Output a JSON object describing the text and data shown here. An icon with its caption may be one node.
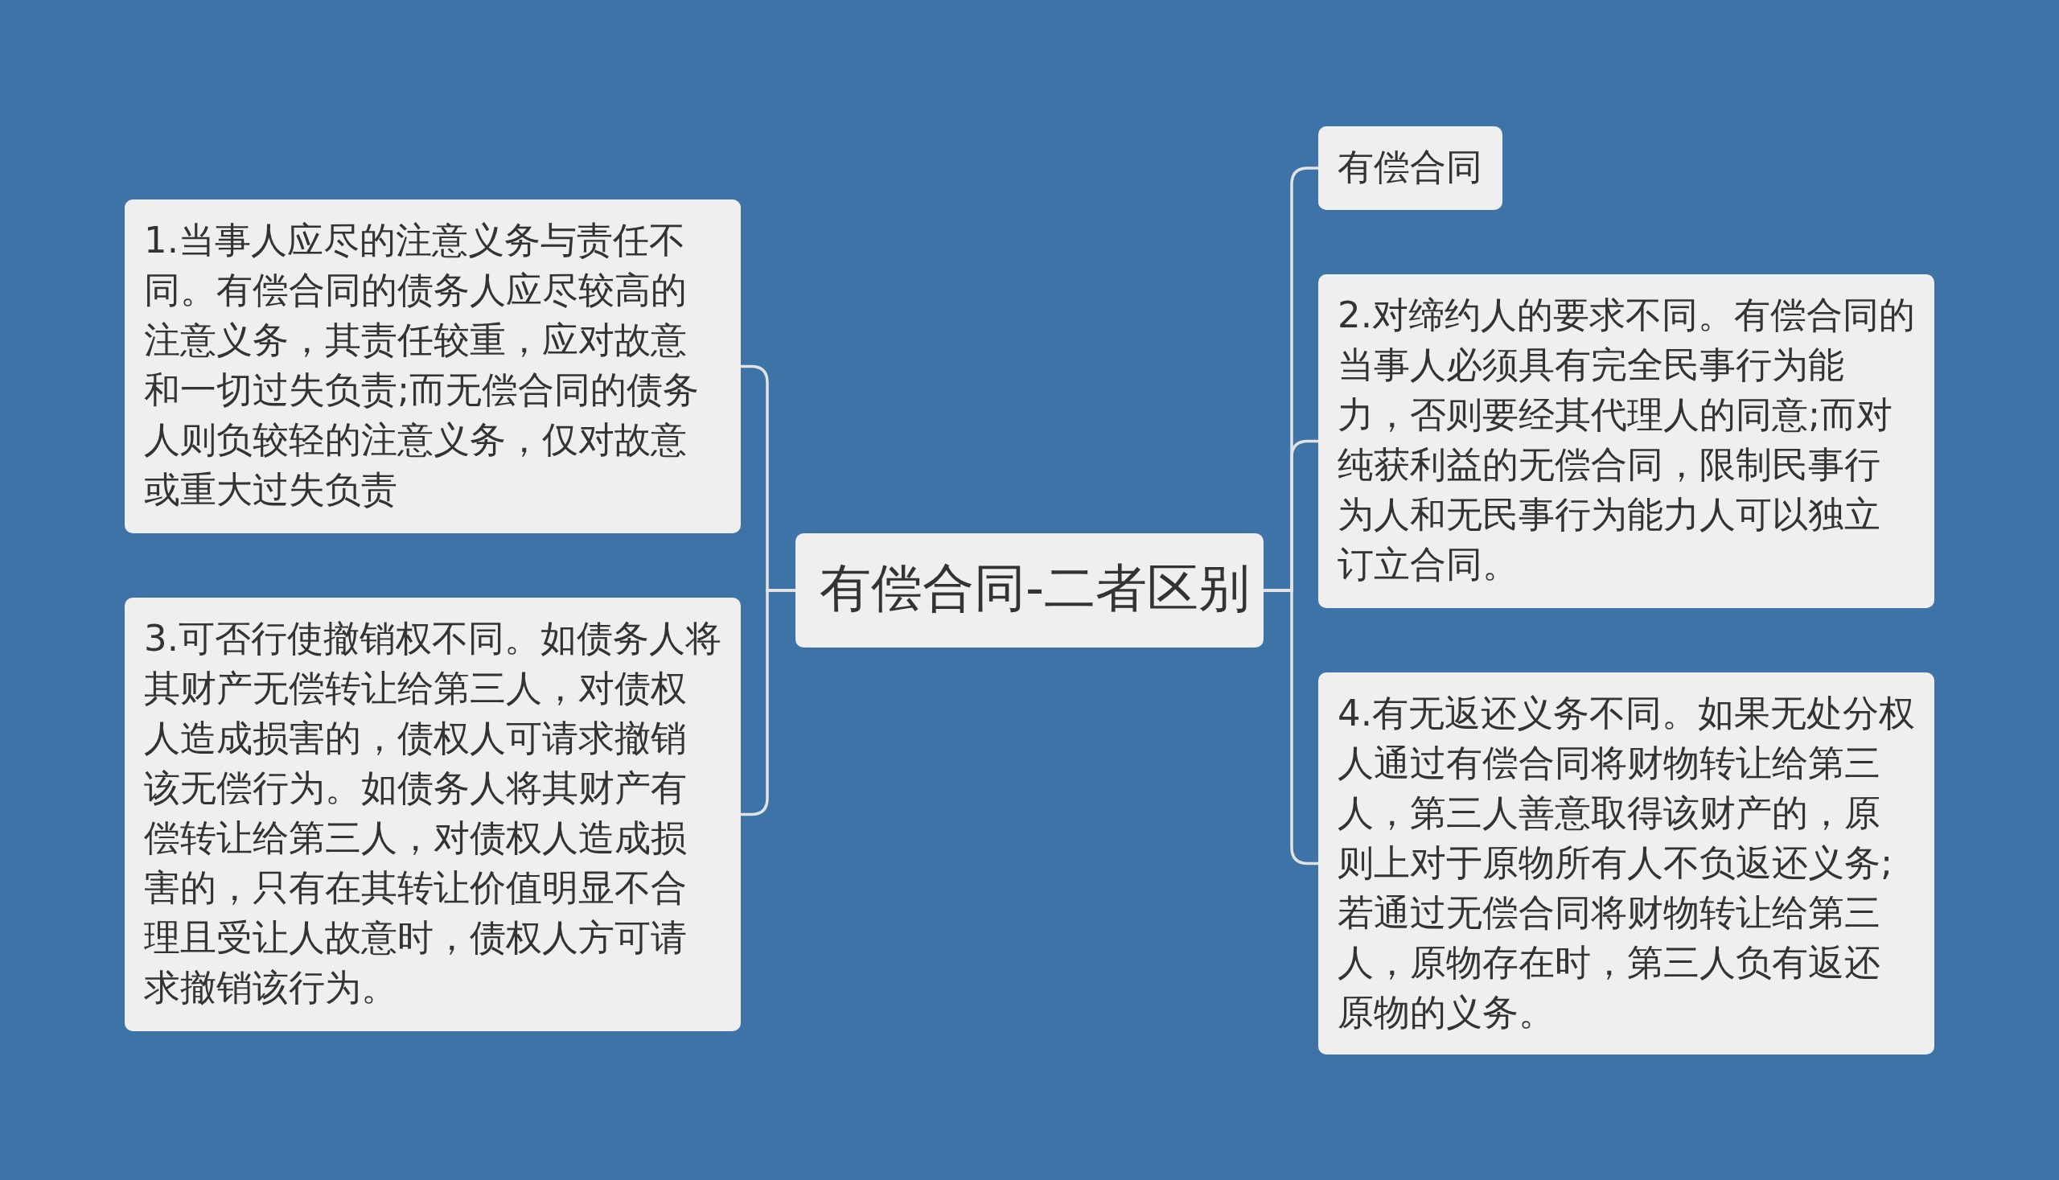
{
  "diagram": {
    "nodes": [
      {
        "text": [
          "有偿合同-二者区别"
        ]
      },
      {
        "text": [
          "1.当事人应尽的注意义务与责任不同。有偿合同的债务人应尽较高的注意义务，其责任较重，应对故意和一切过失负责;而无偿合同的债务人则负较轻的注意义务，仅对故意或重大过失负责"
        ]
      },
      {
        "text": [
          "3.可否行使撤销权不同。如债务人将其财产无偿转让给第三人，对债权人造成损害的，债权人可请求撤销该无偿行为。如债务人将其财产有偿转让给第三人，对债权人造成损害的，只有在其转让价值明显不合理且受让人故意时，债权人方可请求撤销该行为。"
        ]
      },
      {
        "text": [
          "有偿合同"
        ]
      },
      {
        "text": [
          "2.对缔约人的要求不同。有偿合同的当事人必须具有完全民事行为能力，否则要经其代理人的同意;而对纯获利益的无偿合同，限制民事行为人和无民事行为能力人可以独立订立合同。"
        ]
      },
      {
        "text": [
          "4.有无返还义务不同。如果无处分权人通过有偿合同将财物转让给第三人，第三人善意取得该财产的，原则上对于原物所有人不负返还义务;若通过无偿合同将财物转让给第三人，原物存在时，第三人负有返还原物的义务。"
        ]
      }
    ],
    "edges": [
      {
        "from": 0,
        "to": 1,
        "arrow": "none"
      },
      {
        "from": 0,
        "to": 2,
        "arrow": "none"
      },
      {
        "from": 0,
        "to": 3,
        "arrow": "none"
      },
      {
        "from": 0,
        "to": 4,
        "arrow": "none"
      },
      {
        "from": 0,
        "to": 5,
        "arrow": "none"
      }
    ]
  }
}
